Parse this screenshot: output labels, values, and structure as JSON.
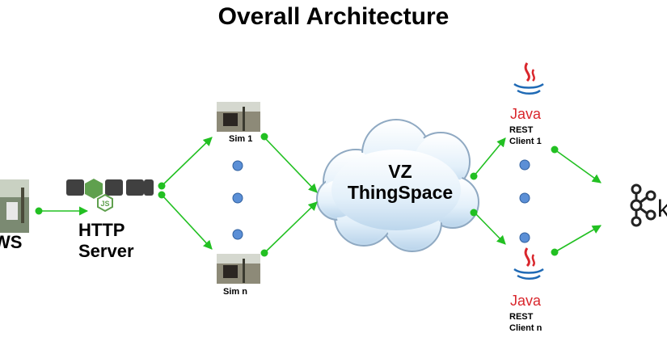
{
  "title": "Overall Architecture",
  "left_node": {
    "label": "WS"
  },
  "http_server": {
    "logo_text": "node",
    "logo_badge": "JS",
    "label_line1": "HTTP",
    "label_line2": "Server"
  },
  "simulators": {
    "first_label": "Sim 1",
    "last_label": "Sim n"
  },
  "cloud": {
    "line1": "VZ",
    "line2": "ThingSpace"
  },
  "rest_clients": {
    "logo_text": "Java",
    "first_line1": "REST",
    "first_line2": "Client 1",
    "last_line1": "REST",
    "last_line2": "Client n"
  },
  "kafka": {
    "label": "k"
  },
  "colors": {
    "arrow": "#22c022",
    "dot": "#5b8fd6",
    "java_red": "#d9262c",
    "java_blue": "#1f6ab5",
    "node_green": "#5fa04e"
  }
}
